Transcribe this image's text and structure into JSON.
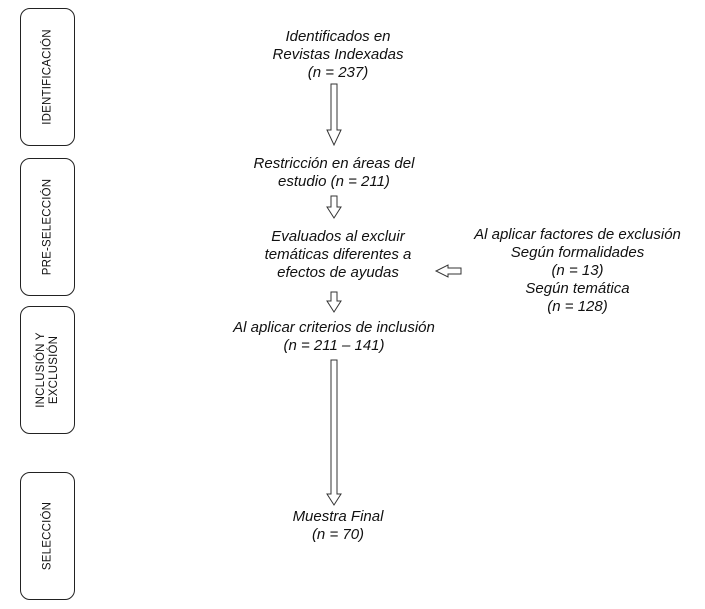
{
  "phases": {
    "identificacion": "IDENTIFICACIÓN",
    "preseleccion": "PRE-SELECCIÓN",
    "inclusion_line1": "INCLUSIÓN Y",
    "inclusion_line2": "EXCLUSIÓN",
    "seleccion": "SELECCIÓN"
  },
  "nodes": {
    "identified": {
      "line1": "Identificados en",
      "line2": "Revistas Indexadas",
      "line3": "(n = 237)"
    },
    "restriction": {
      "line1": "Restricción en áreas del",
      "line2": "estudio (n = 211)"
    },
    "evaluated": {
      "line1": "Evaluados al excluir",
      "line2": "temáticas diferentes a",
      "line3": "efectos de ayudas"
    },
    "exclusion": {
      "line1": "Al aplicar factores de exclusión",
      "line2": "Según formalidades",
      "line3": "(n = 13)",
      "line4": "Según temática",
      "line5": "(n = 128)"
    },
    "inclusion": {
      "line1": "Al aplicar criterios de inclusión",
      "line2": "(n = 211 – 141)"
    },
    "final": {
      "line1": "Muestra Final",
      "line2": "(n = 70)"
    }
  }
}
